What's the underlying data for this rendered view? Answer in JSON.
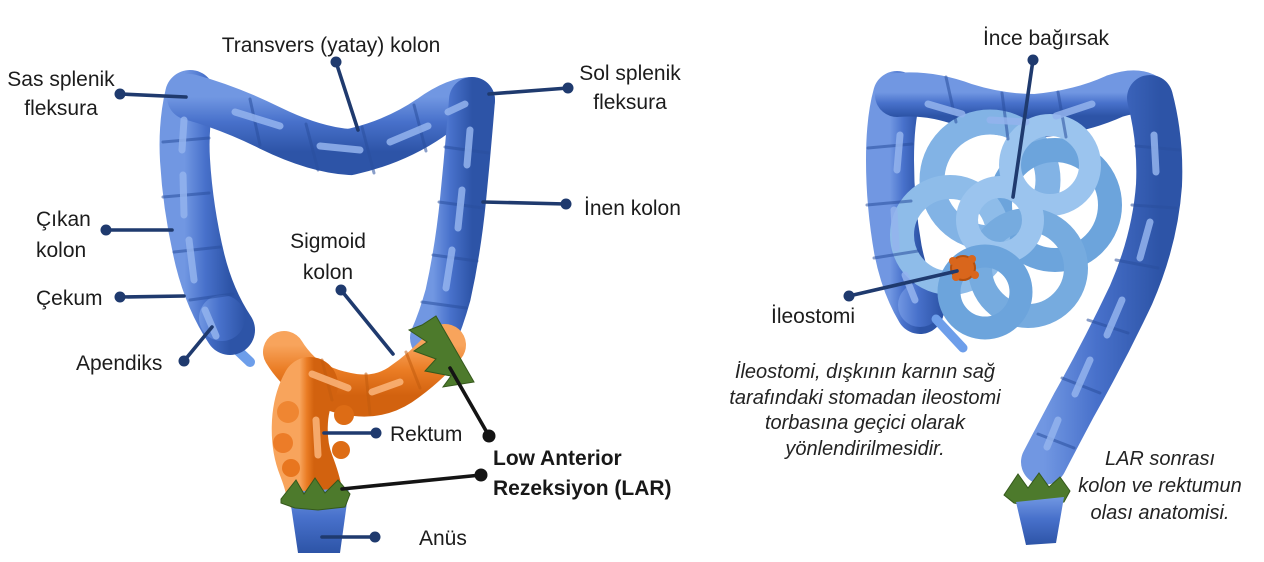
{
  "figure": {
    "left_panel": {
      "labels": {
        "transverse": "Transvers (yatay) kolon",
        "right_flexure": "Sas splenik\nfleksura",
        "left_flexure": "Sol splenik\nfleksura",
        "ascending": "Çıkan\nkolon",
        "cecum": "Çekum",
        "appendix": "Apendiks",
        "sigmoid": "Sigmoid\nkolon",
        "descending": "İnen kolon",
        "rectum": "Rektum",
        "lar": "Low Anterior\nRezeksiyon (LAR)",
        "anus": "Anüs"
      }
    },
    "right_panel": {
      "labels": {
        "small_intestine": "İnce bağırsak",
        "ileostomy": "İleostomi"
      },
      "notes": {
        "ileostomy": "İleostomi, dışkının karnın sağ\ntarafındaki stomadan ileostomi\ntorbasına geçici olarak\nyönlendirilmesidir.",
        "lar_outcome": "LAR sonrası\nkolon ve rektumun\nolası anatomisi."
      }
    },
    "colors": {
      "colon_blue": "#4871cb",
      "colon_blue_light": "#7197e2",
      "colon_blue_dark": "#2d54a7",
      "sigmoid_orange": "#ea7c24",
      "resection_green": "#4d7a2c",
      "small_intestine_blue": "#7fb2e3",
      "appendix_blue": "#6d9eea",
      "stoma_orange": "#d9661c",
      "leader_navy": "#1f3a6e",
      "leader_black": "#141414",
      "text": "#1c1c1c"
    }
  }
}
